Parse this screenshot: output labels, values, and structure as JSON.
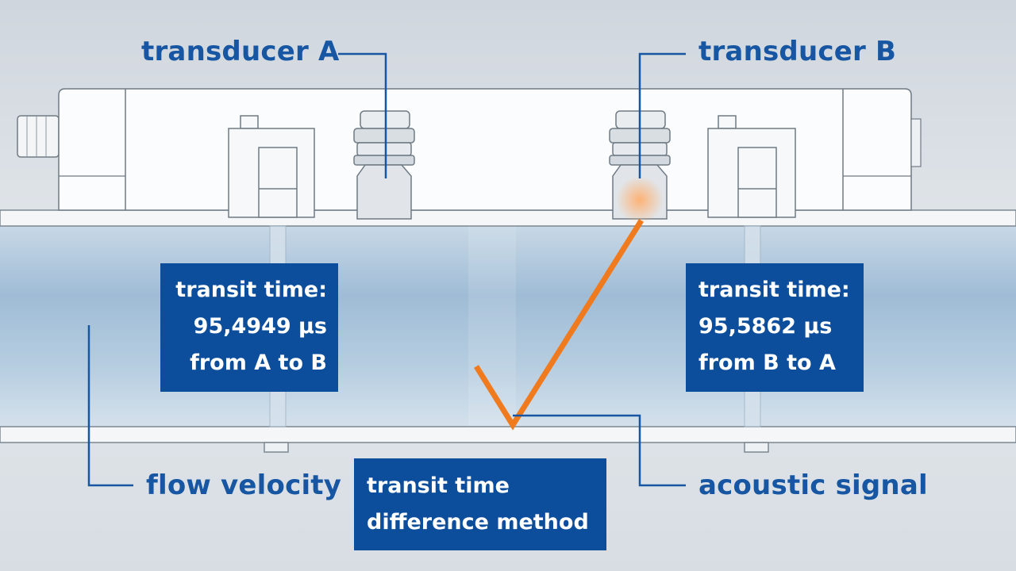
{
  "labels": {
    "transducer_a": "transducer A",
    "transducer_b": "transducer B",
    "flow_velocity": "flow velocity",
    "acoustic_signal": "acoustic signal"
  },
  "boxes": {
    "a_to_b": {
      "line1": "transit time:",
      "line2": "95,4949 µs",
      "line3": "from A to B"
    },
    "b_to_a": {
      "line1": "transit time:",
      "line2": "95,5862 µs",
      "line3": "from B to A"
    },
    "method": {
      "line1": "transit time",
      "line2": "difference method"
    }
  },
  "colors": {
    "label_blue": "#1656a2",
    "box_blue": "#0c4e9c",
    "signal_orange": "#f07a1e",
    "pipe_blue": "#a9c4dc",
    "background": "#dfe3e7"
  }
}
